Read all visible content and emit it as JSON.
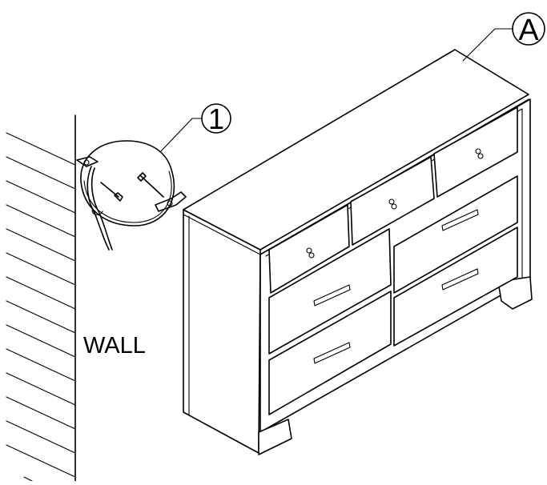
{
  "labels": {
    "wall": "WALL",
    "callout_part": "A",
    "callout_step": "1"
  },
  "colors": {
    "ink": "#000000",
    "paper": "#ffffff"
  }
}
